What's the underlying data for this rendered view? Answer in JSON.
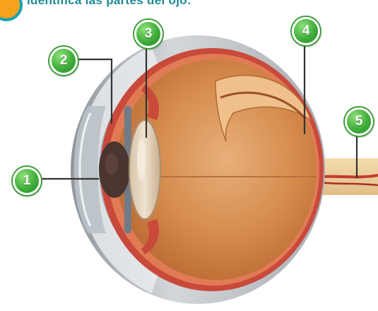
{
  "title": "Identifica las partes del ojo:",
  "labels": [
    {
      "number": "1"
    },
    {
      "number": "2"
    },
    {
      "number": "3"
    },
    {
      "number": "4"
    },
    {
      "number": "5"
    }
  ],
  "colors": {
    "marker_green": "#3fae3a",
    "leader_line": "#333333",
    "sclera": "#b9bcc0",
    "choroid": "#c9493b",
    "vitreous": "#d9955a",
    "title_teal": "#1d8a96"
  }
}
